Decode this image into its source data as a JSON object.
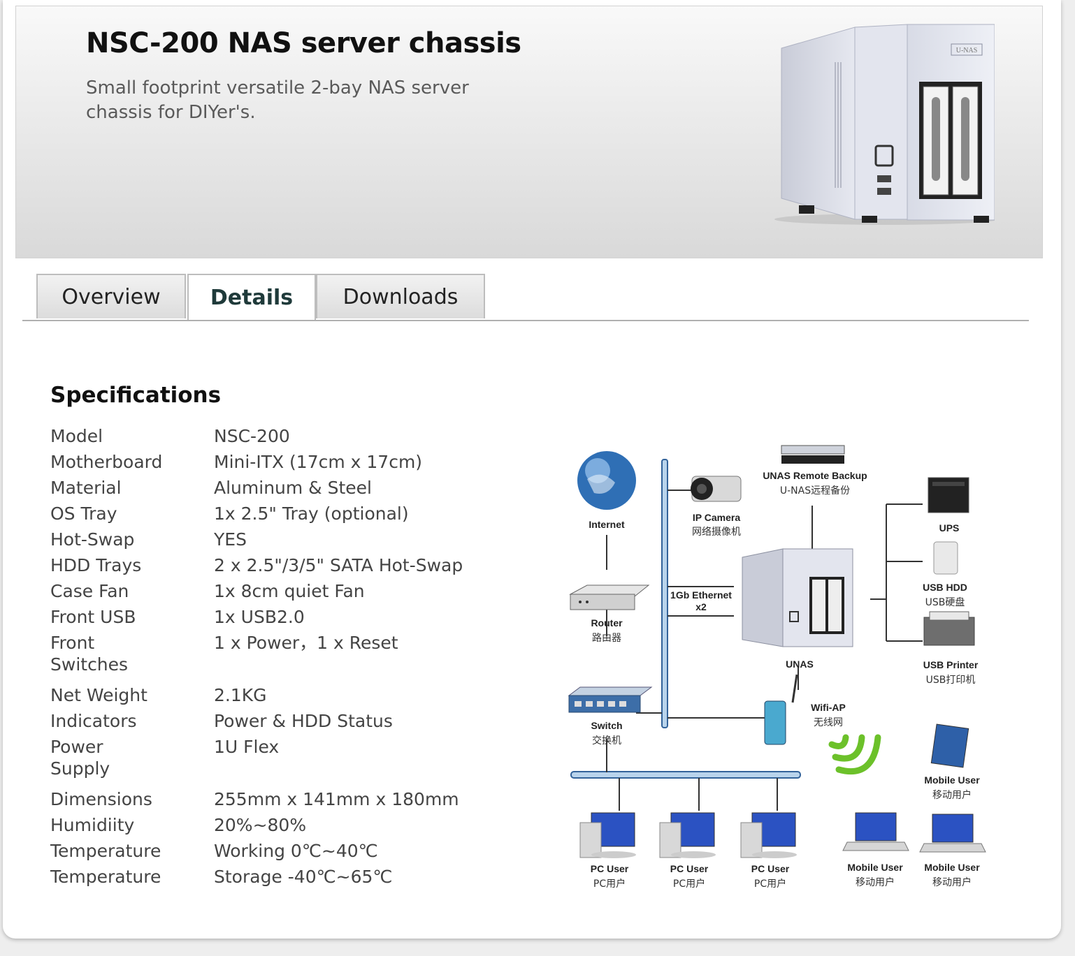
{
  "hero": {
    "title": "NSC-200 NAS server chassis",
    "subtitle": "Small footprint versatile 2-bay NAS server chassis for DIYer's.",
    "product_logo": "U-NAS"
  },
  "tabs": [
    {
      "label": "Overview",
      "active": false
    },
    {
      "label": "Details",
      "active": true
    },
    {
      "label": "Downloads",
      "active": false
    }
  ],
  "specs": {
    "title": "Specifications",
    "rows": [
      {
        "label": "Model",
        "value": "NSC-200"
      },
      {
        "label": "Motherboard",
        "value": "Mini-ITX (17cm x 17cm)"
      },
      {
        "label": "Material",
        "value": "Aluminum & Steel"
      },
      {
        "label": "OS Tray",
        "value": "1x 2.5\" Tray (optional)"
      },
      {
        "label": "Hot-Swap",
        "value": "YES"
      },
      {
        "label": "HDD Trays",
        "value": "2 x 2.5\"/3/5\" SATA Hot-Swap"
      },
      {
        "label": "Case Fan",
        "value": "1x 8cm quiet Fan"
      },
      {
        "label": "Front USB",
        "value": "1x USB2.0"
      },
      {
        "label": "Front Switches",
        "value": "1 x Power，1 x Reset"
      },
      {
        "label": "Net Weight",
        "value": "2.1KG"
      },
      {
        "label": "Indicators",
        "value": "Power & HDD Status"
      },
      {
        "label": "Power Supply",
        "value": "1U Flex"
      },
      {
        "label": "Dimensions",
        "value": "255mm x 141mm x 180mm"
      },
      {
        "label": "Humidiity",
        "value": "20%~80%"
      },
      {
        "label": "Temperature",
        "value": "Working 0℃~40℃"
      },
      {
        "label": "Temperature",
        "value": "Storage -40℃~65℃"
      }
    ]
  },
  "diagram": {
    "internet": "Internet",
    "ip_camera": "IP Camera",
    "ip_camera_cn": "网络摄像机",
    "remote_backup": "UNAS Remote Backup",
    "remote_backup_cn": "U-NAS远程备份",
    "ups": "UPS",
    "router": "Router",
    "router_cn": "路由器",
    "ethernet": "1Gb Ethernet",
    "ethernet_x": "x2",
    "usb_hdd": "USB HDD",
    "usb_hdd_cn": "USB硬盘",
    "unas": "UNAS",
    "usb_printer": "USB Printer",
    "usb_printer_cn": "USB打印机",
    "switch": "Switch",
    "switch_cn": "交换机",
    "wifi": "Wifi-AP",
    "wifi_cn": "无线网",
    "mobile_user": "Mobile User",
    "mobile_user_cn": "移动用户",
    "pc_user": "PC User",
    "pc_user_cn": "PC用户"
  }
}
